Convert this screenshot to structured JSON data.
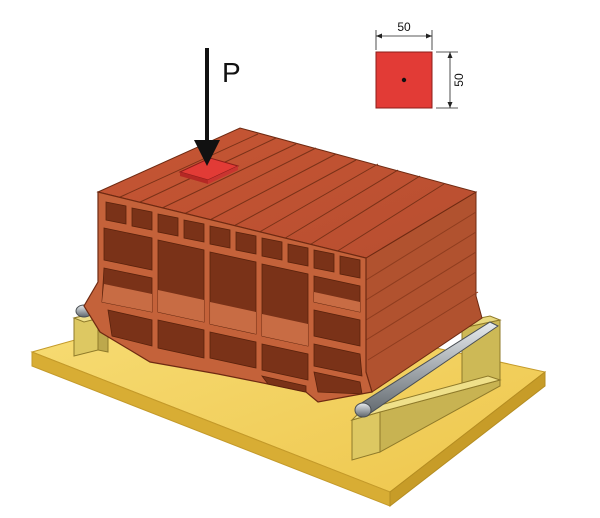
{
  "diagram": {
    "load_label": "P",
    "pad_width": "50",
    "pad_height": "50"
  },
  "colors": {
    "background": "#ffffff",
    "brick_top": "#c85a3a",
    "brick_front": "#c0603a",
    "brick_side": "#b0502e",
    "cell_dark": "#7a3218",
    "cell_light": "#d9784e",
    "base_plate": "#f2cf5a",
    "base_plate_edge": "#d9ae32",
    "support_block": "#e0cd6a",
    "roller": "#9aa0a6",
    "load_pad": "#e23b36",
    "arrow": "#111111"
  }
}
